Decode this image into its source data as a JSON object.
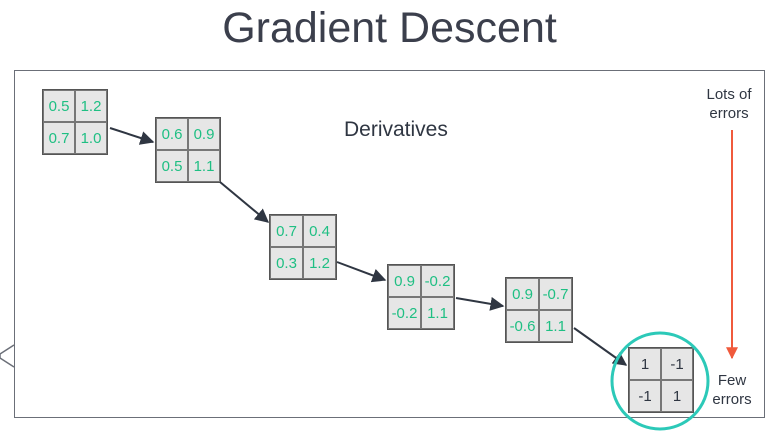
{
  "title": "Gradient Descent",
  "diagram": {
    "center_label": "Derivatives",
    "top_label": [
      "Lots of",
      "errors"
    ],
    "bottom_label": [
      "Few",
      "errors"
    ],
    "colors": {
      "values": "#1fbf83",
      "final": "#2f3642",
      "arrow": "#f05a3c",
      "highlight": "#2cc9b8"
    },
    "matrices": [
      {
        "values": [
          "0.5",
          "1.2",
          "0.7",
          "1.0"
        ]
      },
      {
        "values": [
          "0.6",
          "0.9",
          "0.5",
          "1.1"
        ]
      },
      {
        "values": [
          "0.7",
          "0.4",
          "0.3",
          "1.2"
        ]
      },
      {
        "values": [
          "0.9",
          "-0.2",
          "-0.2",
          "1.1"
        ]
      },
      {
        "values": [
          "0.9",
          "-0.7",
          "-0.6",
          "1.1"
        ]
      },
      {
        "values": [
          "1",
          "-1",
          "-1",
          "1"
        ]
      }
    ]
  }
}
